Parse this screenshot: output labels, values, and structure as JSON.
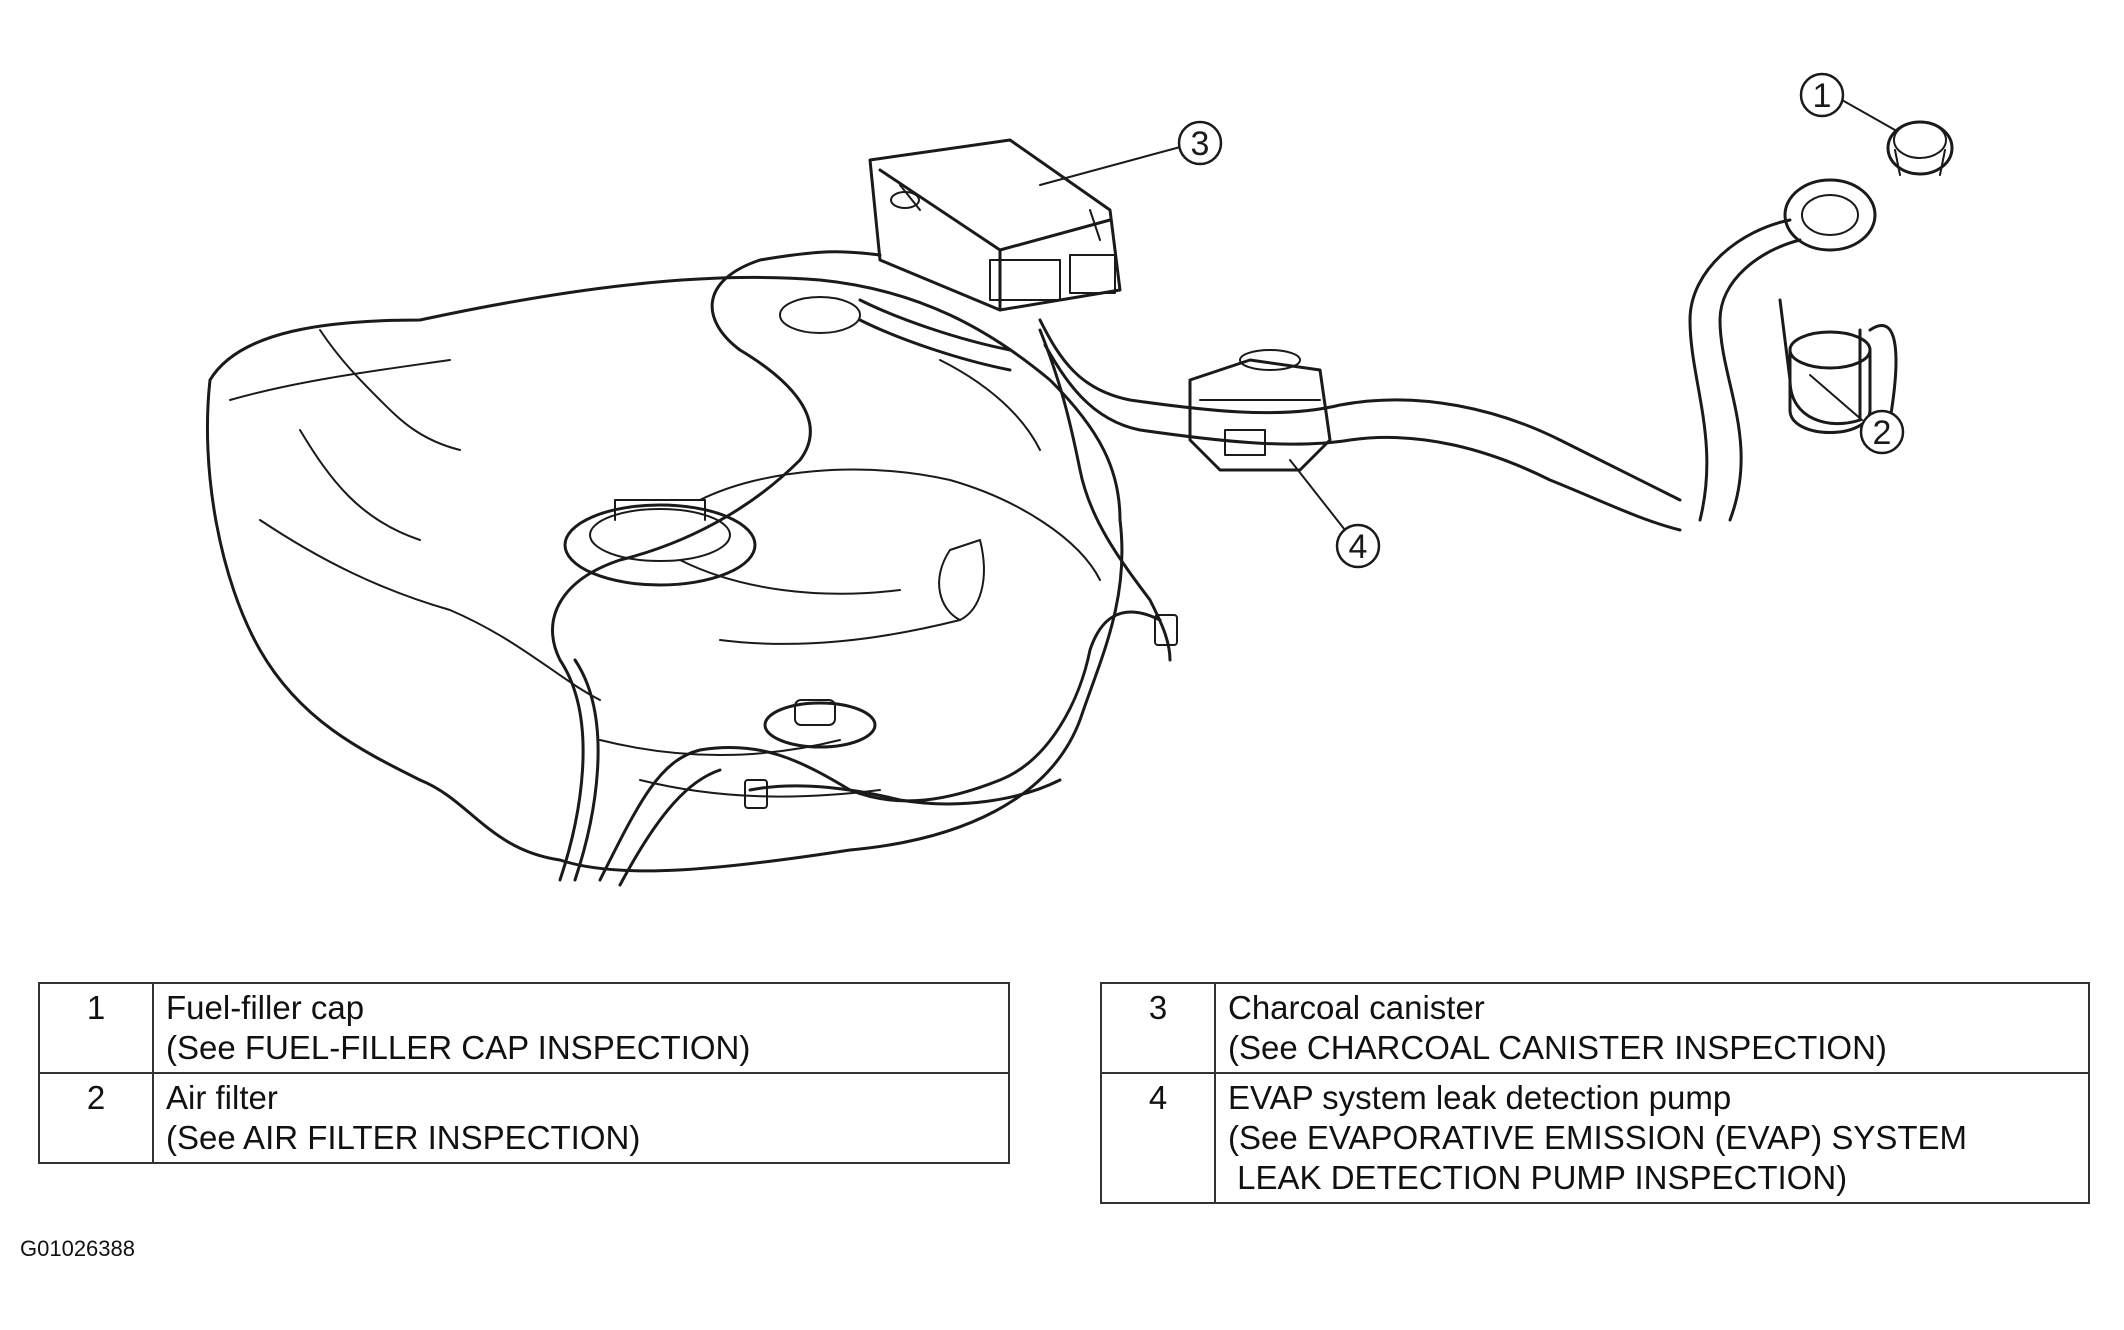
{
  "callouts": [
    "1",
    "2",
    "3",
    "4"
  ],
  "legend": {
    "left": [
      {
        "num": "1",
        "lines": [
          "Fuel-filler cap",
          "(See FUEL-FILLER CAP INSPECTION)"
        ]
      },
      {
        "num": "2",
        "lines": [
          "Air filter",
          "(See  AIR FILTER INSPECTION)"
        ]
      }
    ],
    "right": [
      {
        "num": "3",
        "lines": [
          "Charcoal canister",
          "(See CHARCOAL CANISTER INSPECTION)"
        ]
      },
      {
        "num": "4",
        "lines": [
          "EVAP system leak detection pump",
          "(See EVAPORATIVE EMISSION (EVAP) SYSTEM",
          " LEAK DETECTION PUMP INSPECTION)"
        ]
      }
    ]
  },
  "figure_id": "G01026388"
}
